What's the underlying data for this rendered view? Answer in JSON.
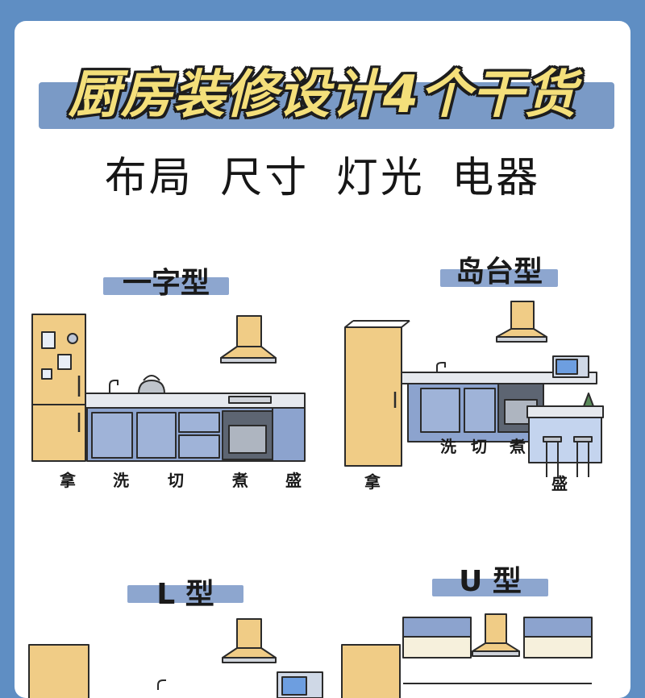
{
  "title": "厨房装修设计4个干货",
  "subtitle": "布局 尺寸 灯光 电器",
  "layouts": [
    {
      "name": "一字型",
      "stations": [
        "拿",
        "洗",
        "切",
        "煮",
        "盛"
      ]
    },
    {
      "name": "岛台型",
      "stations": [
        "拿",
        "洗",
        "切",
        "煮",
        "盛"
      ]
    },
    {
      "name": "L 型"
    },
    {
      "name": "U 型"
    }
  ],
  "colors": {
    "background": "#5f8ec3",
    "card": "#ffffff",
    "accent_bar": "#8da6cf",
    "title_fill": "#f4df7a",
    "cabinet_blue": "#8ca3ce",
    "fridge_yellow": "#f0cc86"
  },
  "icons": [
    "refrigerator-icon",
    "range-hood-icon",
    "sink-icon",
    "kettle-icon",
    "stove-icon",
    "oven-icon",
    "microwave-icon",
    "bar-stool-icon",
    "plant-icon"
  ]
}
